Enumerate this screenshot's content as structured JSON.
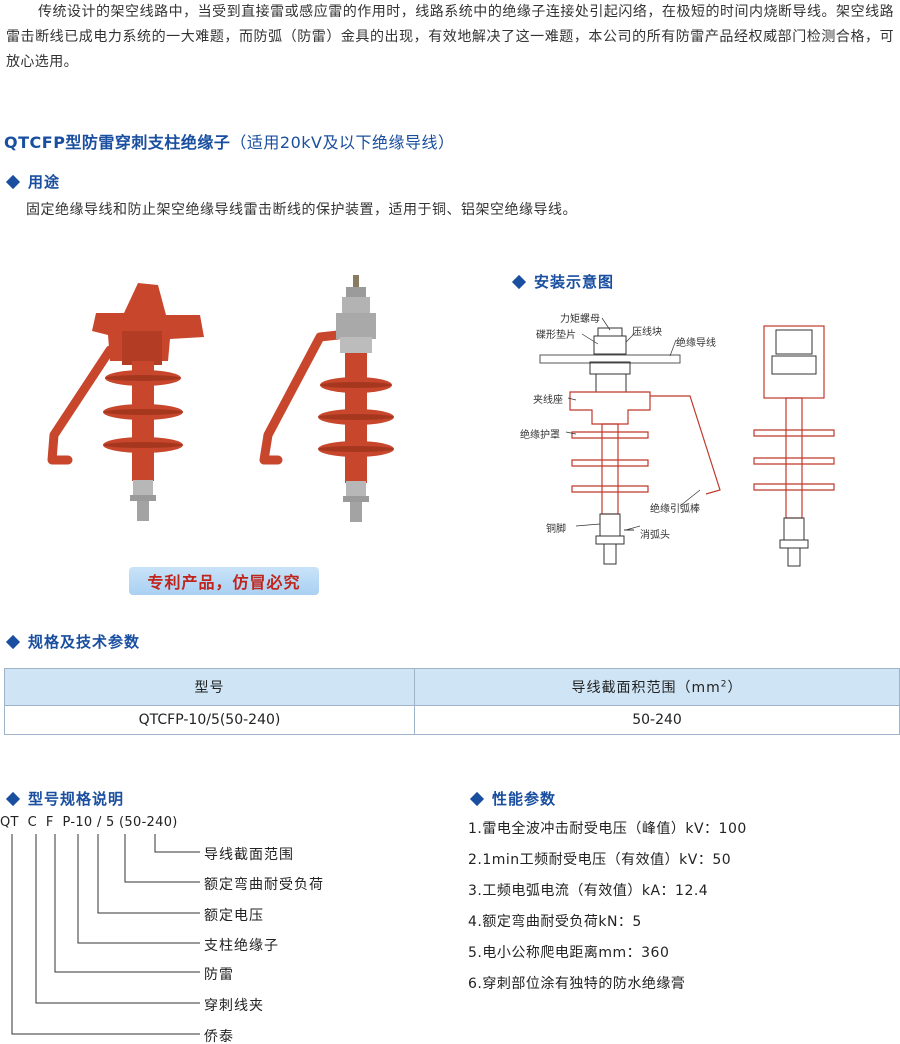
{
  "intro": "传统设计的架空线路中，当受到直接雷或感应雷的作用时，线路系统中的绝缘子连接处引起闪络，在极短的时间内烧断导线。架空线路雷击断线已成电力系统的一大难题，而防弧（防雷）金具的出现，有效地解决了这一难题，本公司的所有防雷产品经权威部门检测合格，可放心选用。",
  "product": {
    "title": "QTCFP型防雷穿刺支柱绝缘子",
    "title_paren": "（适用20kV及以下绝缘导线）"
  },
  "usage": {
    "heading": "用途",
    "text": "固定绝缘导线和防止架空绝缘导线雷击断线的保护装置，适用于铜、铝架空绝缘导线。"
  },
  "patent_badge": "专利产品，仿冒必究",
  "install": {
    "heading": "安装示意图",
    "labels": {
      "torque_nut": "力矩螺母",
      "disc_washer": "碟形垫片",
      "press_block": "压线块",
      "insulated_wire": "绝缘导线",
      "clamp_seat": "夹线座",
      "insulated_cover": "绝缘护罩",
      "arc_rod": "绝缘引弧棒",
      "copper_foot": "铜脚",
      "arc_head": "消弧头"
    }
  },
  "spec": {
    "heading": "规格及技术参数",
    "col1": "型号",
    "col2": "导线截面积范围（mm",
    "col2_sup": "2",
    "col2_end": "）",
    "rows": [
      {
        "model": "QTCFP-10/5(50-240)",
        "range": "50-240"
      }
    ]
  },
  "model_spec": {
    "heading": "型号规格说明",
    "code": "QT  C  F  P-10 / 5 (50-240)",
    "labels": [
      "导线截面范围",
      "额定弯曲耐受负荷",
      "额定电压",
      "支柱绝缘子",
      "防雷",
      "穿刺线夹",
      "侨泰"
    ]
  },
  "performance": {
    "heading": "性能参数",
    "items": [
      "1.雷电全波冲击耐受电压（峰值）kV：100",
      "2.1min工频耐受电压（有效值）kV：50",
      "3.工频电弧电流（有效值）kA：12.4",
      "4.额定弯曲耐受负荷kN：5",
      "5.电小公称爬电距离mm：360",
      "6.穿刺部位涂有独特的防水绝缘膏"
    ]
  },
  "colors": {
    "accent": "#1a4fa0",
    "product_red": "#c8462c",
    "table_header": "#cfe5f6",
    "badge_text": "#c0251c"
  }
}
